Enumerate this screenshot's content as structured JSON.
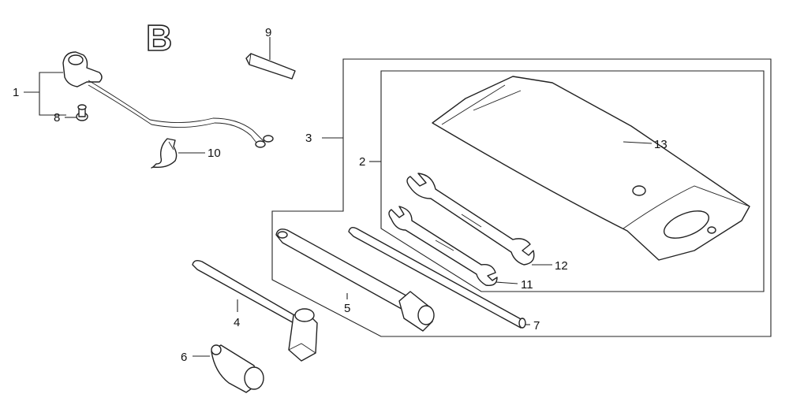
{
  "section_label": "B",
  "callouts": {
    "c1": "1",
    "c2": "2",
    "c3": "3",
    "c4": "4",
    "c5": "5",
    "c6": "6",
    "c7": "7",
    "c8": "8",
    "c9": "9",
    "c10": "10",
    "c11": "11",
    "c12": "12",
    "c13": "13"
  }
}
